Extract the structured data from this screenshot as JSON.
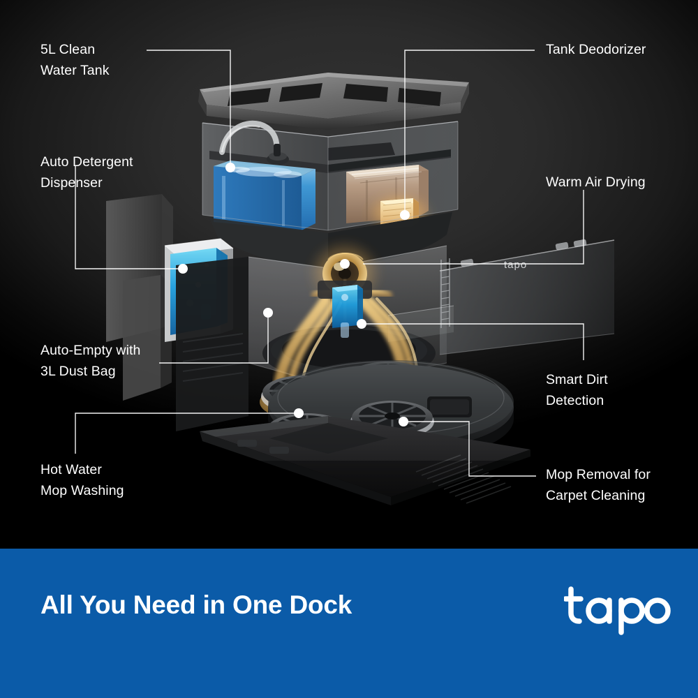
{
  "hero": {
    "background_color": "#2b2b2b",
    "callouts": [
      {
        "id": "clean-water-tank",
        "text": "5L Clean\nWater Tank",
        "side": "left"
      },
      {
        "id": "tank-deodorizer",
        "text": "Tank Deodorizer",
        "side": "right"
      },
      {
        "id": "auto-detergent",
        "text": "Auto Detergent\nDispenser",
        "side": "left"
      },
      {
        "id": "warm-air-drying",
        "text": "Warm Air Drying",
        "side": "right"
      },
      {
        "id": "auto-empty",
        "text": "Auto-Empty with\n3L Dust Bag",
        "side": "left"
      },
      {
        "id": "smart-dirt",
        "text": "Smart Dirt\nDetection",
        "side": "right"
      },
      {
        "id": "hot-water-mop",
        "text": "Hot Water\nMop Washing",
        "side": "left"
      },
      {
        "id": "mop-removal",
        "text": "Mop Removal for\nCarpet Cleaning",
        "side": "right"
      }
    ],
    "product_logo": "tapo"
  },
  "footer": {
    "title": "All You Need in One Dock",
    "logo": "tapo",
    "background_color": "#0b5ba8",
    "text_color": "#ffffff"
  }
}
